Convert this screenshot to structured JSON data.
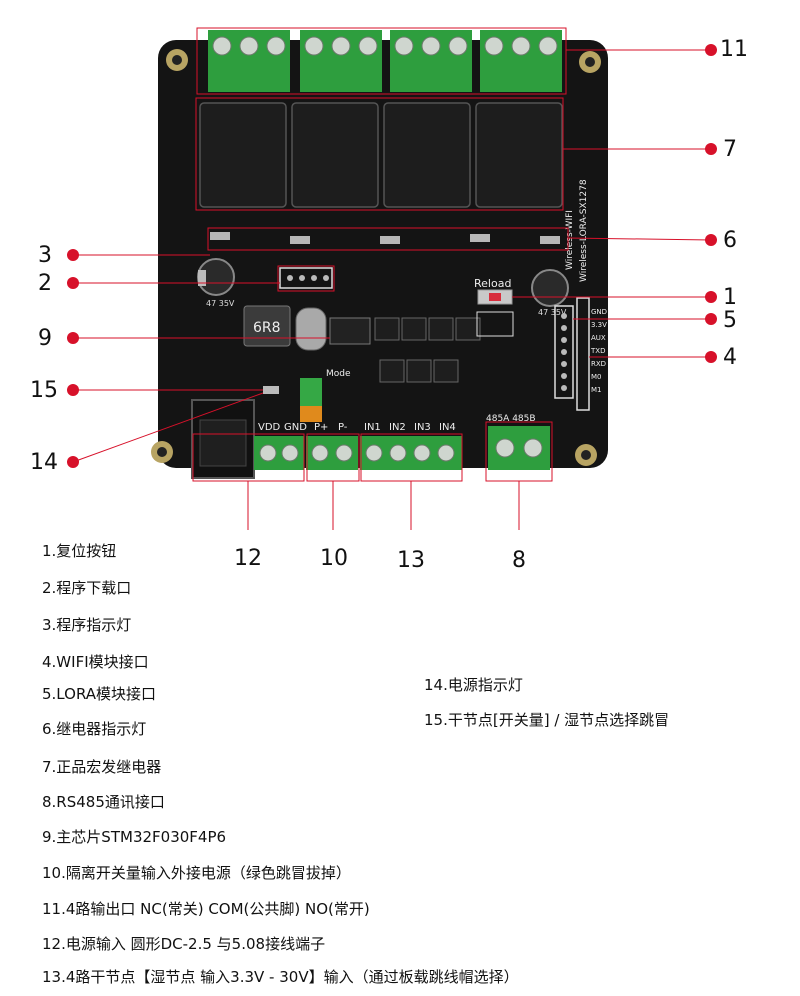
{
  "callouts": {
    "n1": "1",
    "n2": "2",
    "n3": "3",
    "n4": "4",
    "n5": "5",
    "n6": "6",
    "n7": "7",
    "n8": "8",
    "n9": "9",
    "n10": "10",
    "n11": "11",
    "n12": "12",
    "n13": "13",
    "n14": "14",
    "n15": "15"
  },
  "board_labels": {
    "chip_inductor": "6R8",
    "reload": "Reload",
    "mode": "Mode",
    "wifi": "Wireless-WIFI",
    "lora": "Wireless-LORA-SX1278",
    "vdd": "VDD",
    "gnd": "GND",
    "pplus": "P+",
    "pminus": "P-",
    "in1": "IN1",
    "in2": "IN2",
    "in3": "IN3",
    "in4": "IN4",
    "rs485": "485A 485B",
    "pin_gnd": "GND",
    "pin_33v": "3.3V",
    "pin_aux": "AUX",
    "pin_txd": "TXD",
    "pin_rxd": "RXD",
    "pin_m0": "M0",
    "pin_m1": "M1",
    "cap_left": "47 35V",
    "cap_right": "47 35V"
  },
  "legend": [
    "1.复位按钮",
    "2.程序下载口",
    "3.程序指示灯",
    "4.WIFI模块接口",
    "5.LORA模块接口",
    "6.继电器指示灯",
    "7.正品宏发继电器",
    "8.RS485通讯接口",
    "9.主芯片STM32F030F4P6",
    "10.隔离开关量输入外接电源（绿色跳冒拔掉）",
    "11.4路输出口 NC(常关) COM(公共脚) NO(常开)",
    "12.电源输入 圆形DC-2.5 与5.08接线端子",
    "13.4路干节点【湿节点 输入3.3V - 30V】输入（通过板载跳线帽选择）"
  ],
  "legend_right": [
    "14.电源指示灯",
    "15.干节点[开关量] / 湿节点选择跳冒"
  ],
  "colors": {
    "pcb": "#141414",
    "terminal": "#2e9e3e",
    "relay": "#1c1c1c",
    "callout": "#d7112a"
  }
}
